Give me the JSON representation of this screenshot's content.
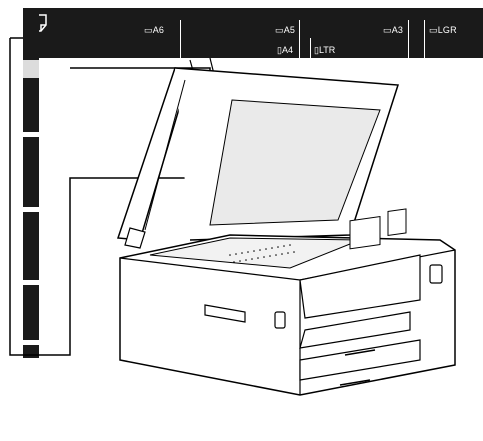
{
  "ruler": {
    "corner_icon": "document-corner-icon",
    "top_labels": {
      "a6": "A6",
      "a5": "A5",
      "a3": "A3",
      "lgr": "LGR",
      "a4": "A4",
      "ltr": "LTR"
    }
  },
  "illustration": {
    "subject": "printer-scanner-icon"
  }
}
